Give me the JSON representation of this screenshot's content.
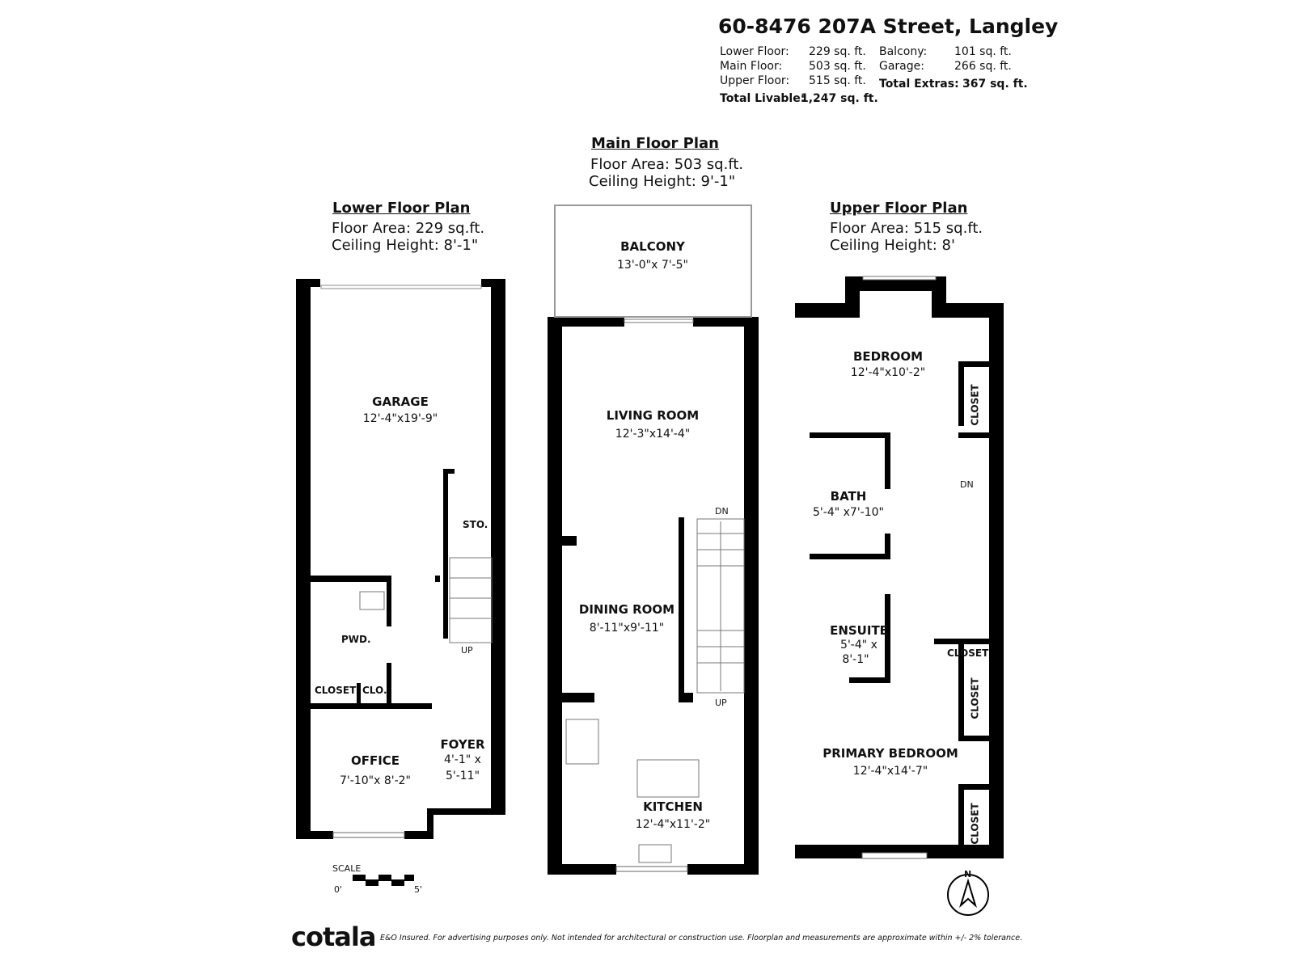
{
  "header": {
    "address": "60-8476 207A Street, Langley",
    "stats": [
      {
        "label": "Lower Floor:",
        "value": "229 sq. ft."
      },
      {
        "label": "Main Floor:",
        "value": "503 sq. ft."
      },
      {
        "label": "Upper Floor:",
        "value": "515 sq. ft."
      }
    ],
    "extras": [
      {
        "label": "Balcony:",
        "value": "101 sq. ft."
      },
      {
        "label": "Garage:",
        "value": "266 sq. ft."
      }
    ],
    "total_livable_label": "Total Livable:",
    "total_livable": "1,247 sq. ft.",
    "total_extras_label": "Total Extras:",
    "total_extras": "367 sq. ft."
  },
  "plans": {
    "lower": {
      "title": "Lower Floor Plan",
      "area": "Floor Area: 229 sq.ft.",
      "ceiling": "Ceiling Height: 8'-1\"",
      "rooms": {
        "garage": "GARAGE",
        "garage_dim": "12'-4\"x19'-9\"",
        "sto": "STO.",
        "pwd": "PWD.",
        "closet": "CLOSET",
        "clo": "CLO.",
        "office": "OFFICE",
        "office_dim": "7'-10\"x 8'-2\"",
        "foyer": "FOYER",
        "foyer_dim1": "4'-1\" x",
        "foyer_dim2": "5'-11\"",
        "up": "UP"
      }
    },
    "main": {
      "title": "Main Floor Plan",
      "area": "Floor Area: 503 sq.ft.",
      "ceiling": "Ceiling Height: 9'-1\"",
      "rooms": {
        "balcony": "BALCONY",
        "balcony_dim": "13'-0\"x 7'-5\"",
        "living": "LIVING ROOM",
        "living_dim": "12'-3\"x14'-4\"",
        "dining": "DINING ROOM",
        "dining_dim": "8'-11\"x9'-11\"",
        "kitchen": "KITCHEN",
        "kitchen_dim": "12'-4\"x11'-2\"",
        "dn": "DN",
        "up": "UP"
      }
    },
    "upper": {
      "title": "Upper Floor Plan",
      "area": "Floor Area: 515 sq.ft.",
      "ceiling": "Ceiling Height: 8'",
      "rooms": {
        "bedroom": "BEDROOM",
        "bedroom_dim": "12'-4\"x10'-2\"",
        "closet": "CLOSET",
        "bath": "BATH",
        "bath_dim": "5'-4\" x7'-10\"",
        "ensuite": "ENSUITE",
        "ensuite_dim1": "5'-4\" x",
        "ensuite_dim2": "8'-1\"",
        "primary": "PRIMARY BEDROOM",
        "primary_dim": "12'-4\"x14'-7\"",
        "dn": "DN"
      }
    }
  },
  "scale": {
    "label": "SCALE",
    "start": "0'",
    "end": "5'"
  },
  "compass": {
    "label": "N"
  },
  "footer": {
    "brand": "cotala",
    "disclaimer": "E&O Insured. For advertising purposes only. Not intended for architectural or construction use. Floorplan and measurements are approximate within +/- 2% tolerance."
  }
}
